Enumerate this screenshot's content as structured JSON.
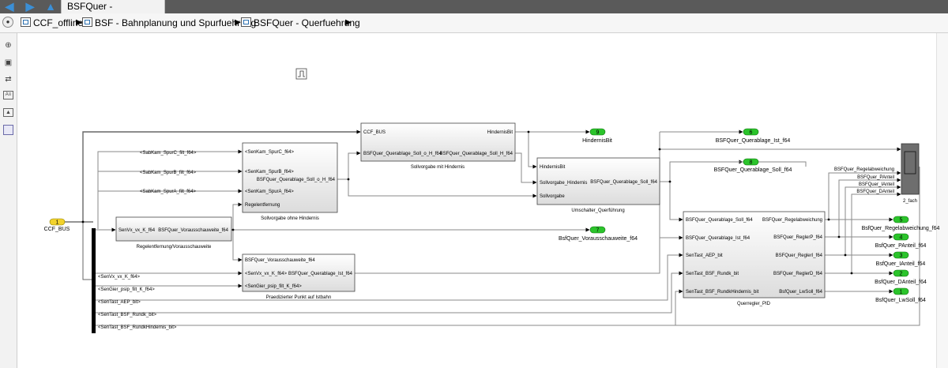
{
  "window": {
    "tab_title": "BSFQuer - Querfuehrung"
  },
  "breadcrumb": [
    "CCF_offline",
    "BSF - Bahnplanung und Spurfuehrung",
    "BSFQuer - Querfuehrung"
  ],
  "toolbar_icons": [
    "zoom-in-icon",
    "fit-view-icon",
    "arrows-icon",
    "text-icon",
    "image-icon",
    "square-icon"
  ],
  "colors": {
    "inport": "#f2d22c",
    "outport": "#2bc42b",
    "subsystem_fill": "#ededed",
    "line": "#8a8a8a"
  },
  "inport": {
    "number": "1",
    "label": "CCF_BUS"
  },
  "bus_selector_signals": [
    "<SenVx_vx_K_f64>",
    "<SenGier_psip_filt_K_f64>",
    "<SenTast_AEP_bit>",
    "<SenTast_BSF_Rundk_bit>",
    "<SenTast_BSF_RundkHindernis_bit>"
  ],
  "spur_signals": [
    "<SabKam_SpurC_filt_f64>",
    "<SabKam_SpurB_filt_f64>",
    "<SabKam_SpurA_filt_f64>"
  ],
  "blocks": {
    "regelentfernung": {
      "caption": "Regelentfernung/Vorausschauweite",
      "inputs": [
        "SenVx_vx_K_f64"
      ],
      "outputs": [
        "BSFQuer_Vorausschauweite_f64"
      ]
    },
    "sollvorgabe_ohne": {
      "caption": "Sollvorgabe ohne Hindernis",
      "inputs": [
        "<SenKam_SpurC_f64>",
        "<SenKam_SpurB_f64>",
        "<SenKam_SpurA_f64>",
        "Regelentfernung"
      ],
      "outputs": [
        "BSFQuer_Querablage_Soll_o_H_f64"
      ]
    },
    "sollvorgabe_mit": {
      "caption": "Sollvorgabe mit Hindernis",
      "inputs": [
        "CCF_BUS",
        "BSFQuer_Querablage_Soll_o_H_f64"
      ],
      "outputs": [
        "HindernisBit",
        "BSFQuer_Querablage_Soll_H_f64"
      ]
    },
    "umschalter": {
      "caption": "Umschalter_Querführung",
      "inputs": [
        "HindernisBit",
        "Sollvorgabe_Hindernis",
        "Sollvorgabe"
      ],
      "outputs": [
        "BSFQuer_Querablage_Soll_f64"
      ]
    },
    "praediziert": {
      "caption": "Praedizierter Punkt auf Istbahn",
      "inputs": [
        "BSFQuer_Vorausschauweite_f64",
        "<SenVx_vx_K_f64>",
        "<SenGier_psip_filt_K_f64>"
      ],
      "outputs": [
        "BSFQuer_Querablage_Ist_f64"
      ]
    },
    "querregler": {
      "caption": "Querregler_PID",
      "inputs": [
        "BSFQuer_Querablage_Soll_f64",
        "BSFQuer_Querablage_Ist_f64",
        "SenTast_AEP_bit",
        "SenTast_BSF_Rundk_bit",
        "SenTast_BSF_RundkHindernis_bit"
      ],
      "outputs": [
        "BSFQuer_Regelabweichung",
        "BSFQuer_ReglerP_f64",
        "BSFQuer_ReglerI_f64",
        "BSFQuer_ReglerD_f64",
        "BsfQuer_LwSoll_f64"
      ]
    },
    "scope": {
      "caption": "2_fach",
      "inputs": [
        "BSFQuer_Regelabweichung",
        "BSFQuer_PAnteil",
        "BSFQuer_IAnteil",
        "BSFQuer_DAnteil"
      ]
    }
  },
  "outports": [
    {
      "number": "9",
      "label": "HindernisBit"
    },
    {
      "number": "6",
      "label": "BSFQuer_Querablage_Ist_f64"
    },
    {
      "number": "8",
      "label": "BSFQuer_Querablage_Soll_f64"
    },
    {
      "number": "7",
      "label": "BsfQuer_Vorausschauweite_f64"
    },
    {
      "number": "5",
      "label": "BsfQuer_Regelabweichung_f64"
    },
    {
      "number": "4",
      "label": "BsfQuer_PAnteil_f64"
    },
    {
      "number": "3",
      "label": "BsfQuer_IAnteil_f64"
    },
    {
      "number": "2",
      "label": "BsfQuer_DAnteil_f64"
    },
    {
      "number": "1",
      "label": "BsfQuer_LwSoll_f64"
    }
  ]
}
